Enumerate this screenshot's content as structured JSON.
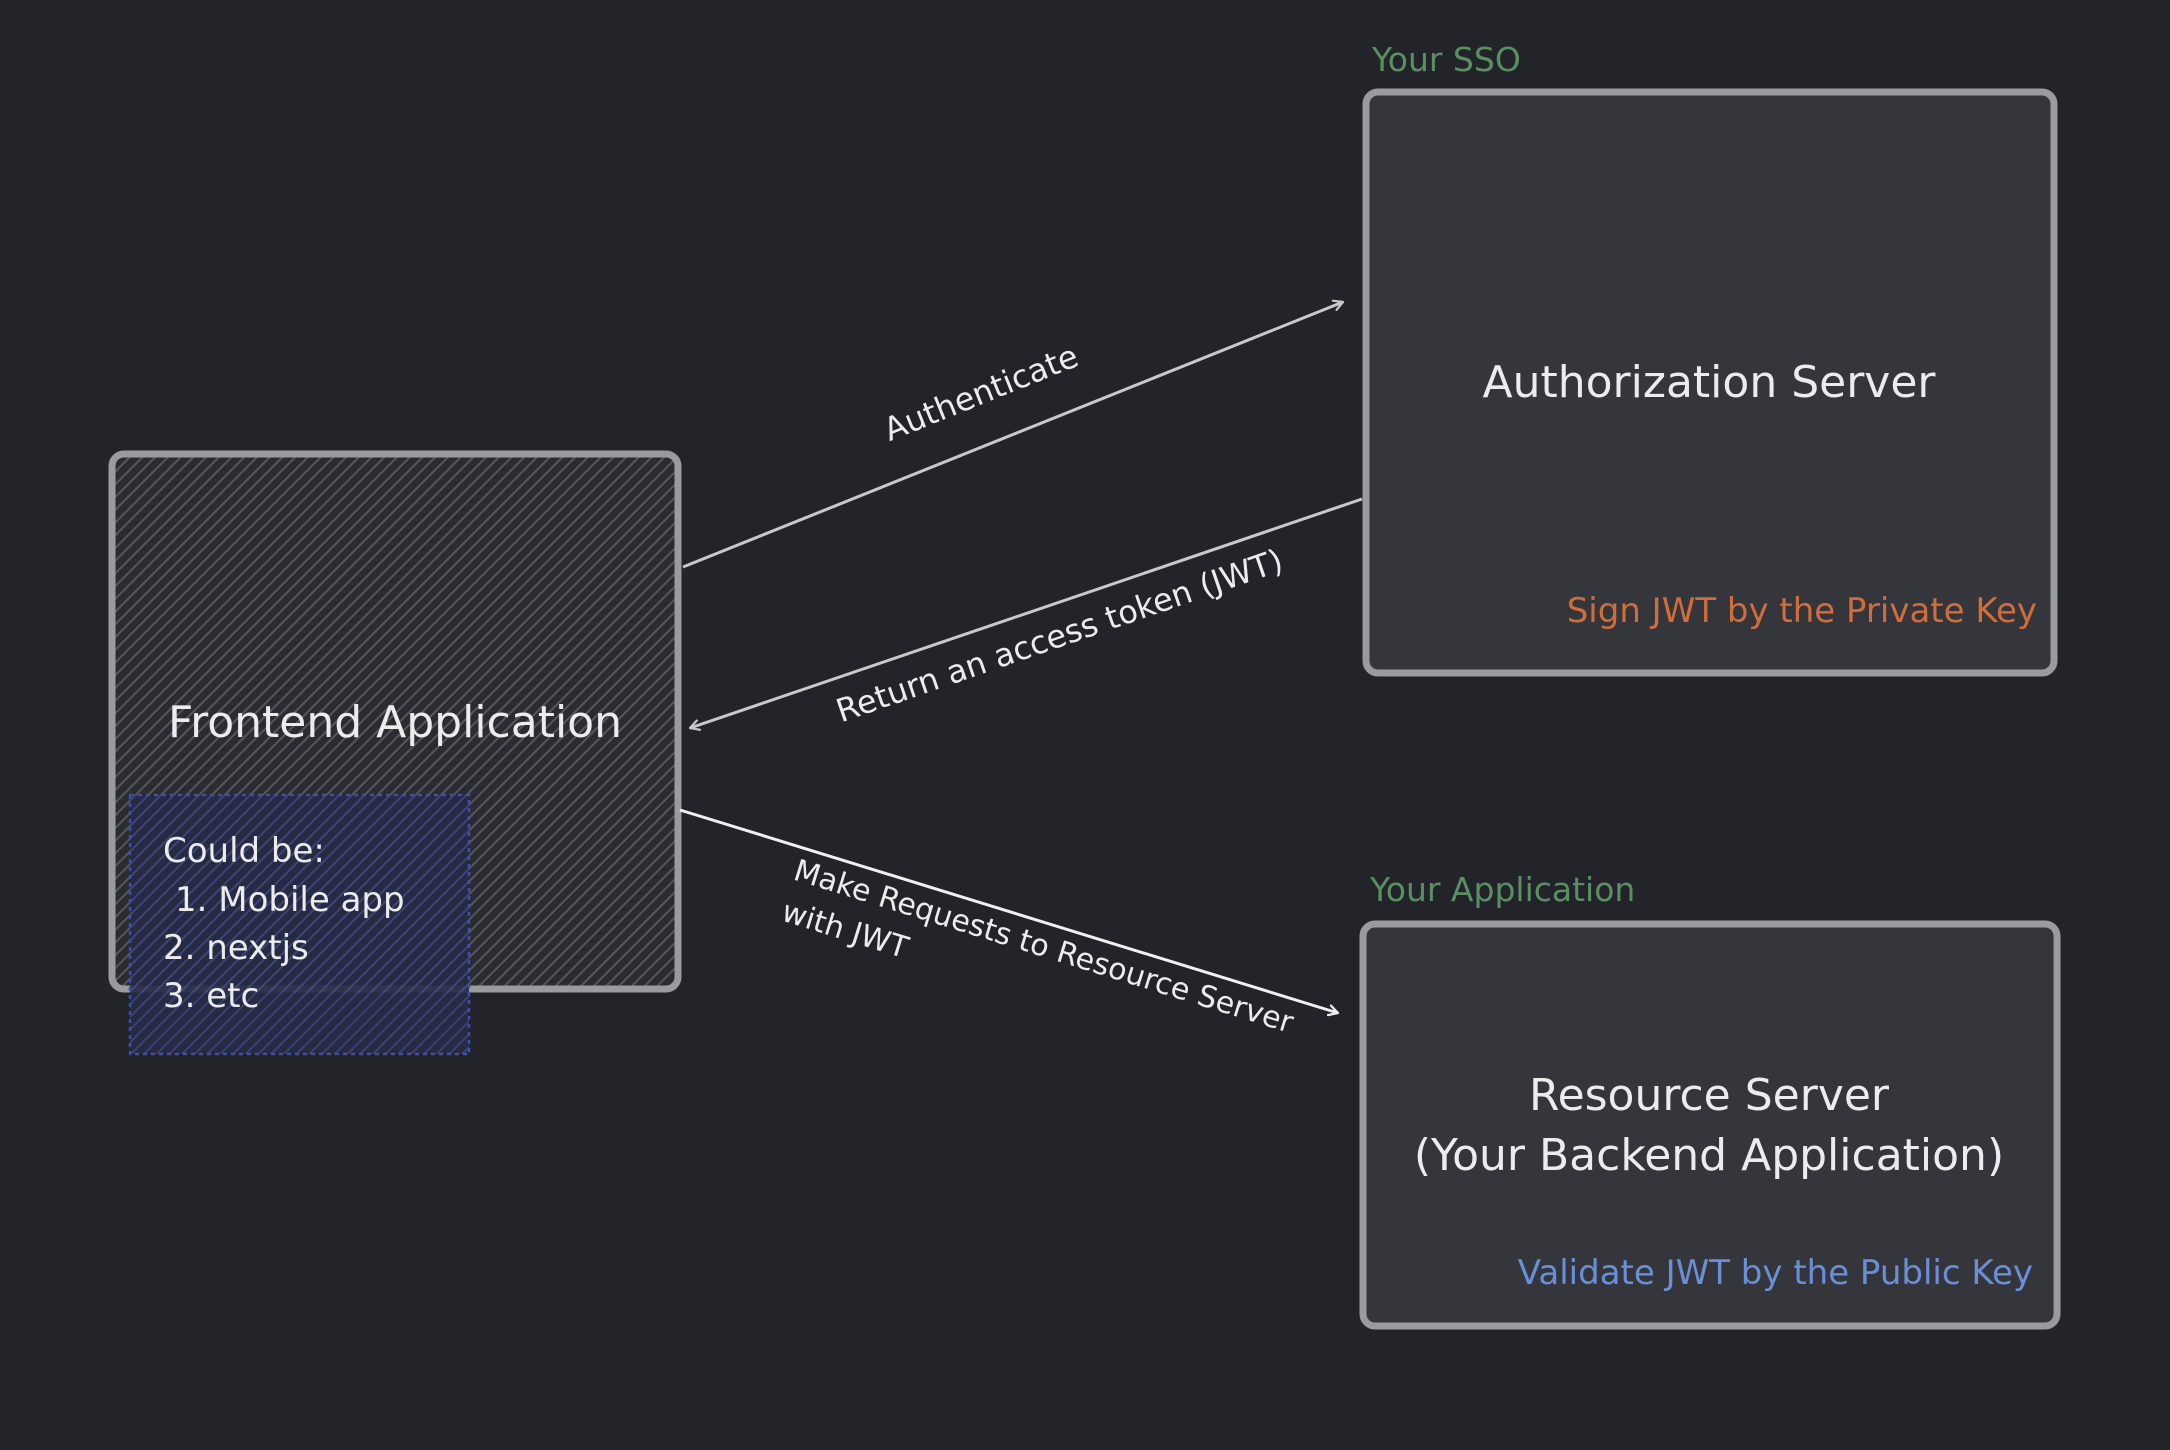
{
  "groups": {
    "sso": "Your SSO",
    "app": "Your Application"
  },
  "nodes": {
    "frontend": {
      "title": "Frontend Application",
      "note": {
        "heading": "Could be:",
        "items": [
          "1. Mobile app",
          "2. nextjs",
          "3. etc"
        ]
      }
    },
    "auth_server": {
      "title": "Authorization Server",
      "note": "Sign JWT by the Private Key"
    },
    "resource_server": {
      "title_line1": "Resource Server",
      "title_line2": "(Your Backend Application)",
      "note": "Validate JWT by the Public Key"
    }
  },
  "edges": {
    "authenticate": "Authenticate",
    "return_token": "Return an access token (JWT)",
    "make_requests_line1": "Make Requests to Resource Server",
    "make_requests_line2": "with JWT"
  },
  "colors": {
    "background": "#222429",
    "box_fill": "#34363c",
    "box_stroke": "#9a9ba0",
    "group_label": "#5a8f62",
    "sign_note": "#d06d3a",
    "validate_note": "#6a8fd6",
    "could_be_box": "#2b3152",
    "could_be_border": "#3d4fae"
  }
}
